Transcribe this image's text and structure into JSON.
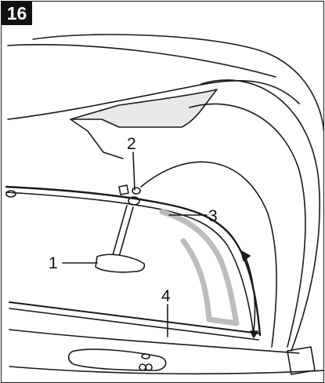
{
  "figure": {
    "number": "16"
  },
  "callouts": [
    {
      "id": "1",
      "text": "1"
    },
    {
      "id": "2",
      "text": "2"
    },
    {
      "id": "3",
      "text": "3"
    },
    {
      "id": "4",
      "text": "4"
    }
  ],
  "colors": {
    "line": "#1a1a1a",
    "shade": "#e9e9e9",
    "mid": "#d6d6d6",
    "glass_outline": "#bdbdbd"
  }
}
